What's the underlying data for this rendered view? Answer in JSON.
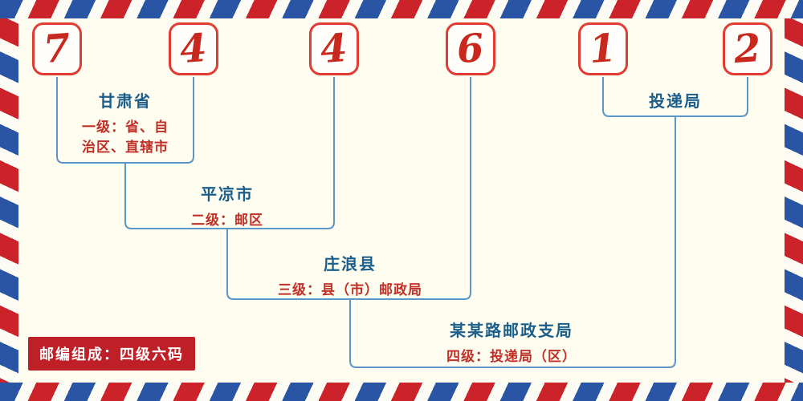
{
  "diagram": {
    "title": "postal-code-structure",
    "digits": [
      "7",
      "4",
      "4",
      "6",
      "1",
      "2"
    ],
    "levels": [
      {
        "name": "甘肃省",
        "desc": "一级：省、自\n治区、直辖市"
      },
      {
        "name": "平凉市",
        "desc": "二级：邮区"
      },
      {
        "name": "庄浪县",
        "desc": "三级：县（市）邮政局"
      },
      {
        "name": "某某路邮政支局",
        "desc": "四级：投递局（区）"
      },
      {
        "name": "投递局",
        "desc": ""
      }
    ],
    "badge": "邮编组成：四级六码"
  },
  "colors": {
    "background": "#fffdf0",
    "digit_red": "#c8281e",
    "box_red": "#e13b32",
    "line_blue": "#5a96c8",
    "name_blue": "#1b5e8c",
    "desc_red": "#c03028",
    "badge_bg": "#bf1f26",
    "stripe_red": "#cc2229",
    "stripe_blue": "#2a55a4"
  }
}
